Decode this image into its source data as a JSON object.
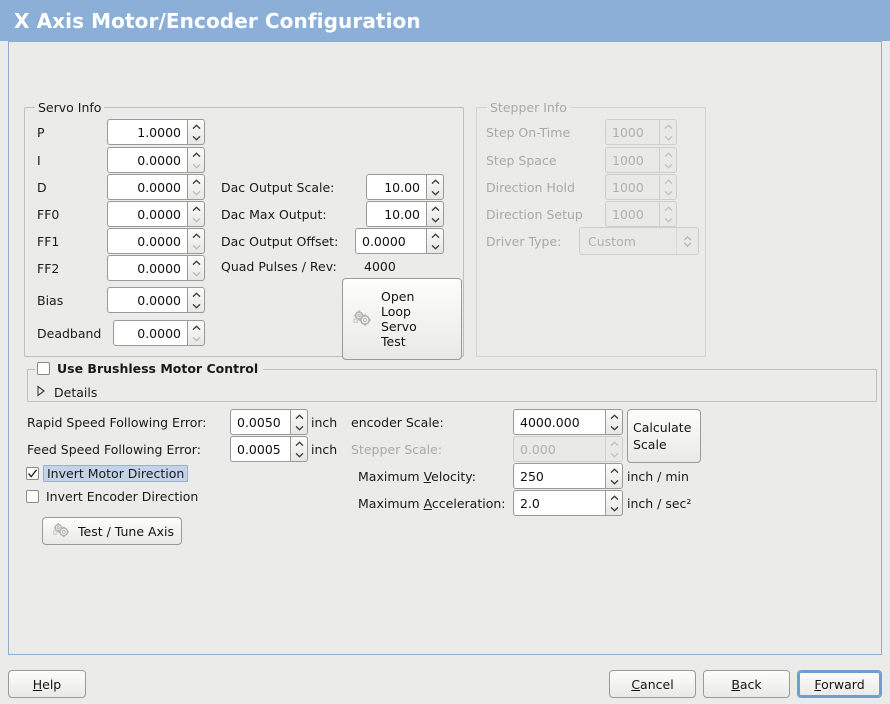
{
  "window": {
    "title": "X Axis Motor/Encoder Configuration"
  },
  "servo": {
    "frame_title": "Servo Info",
    "rows": [
      {
        "label": "P",
        "value": "1.0000",
        "at_min": false
      },
      {
        "label": "I",
        "value": "0.0000",
        "at_min": true
      },
      {
        "label": "D",
        "value": "0.0000",
        "at_min": true
      },
      {
        "label": "FF0",
        "value": "0.0000",
        "at_min": true
      },
      {
        "label": "FF1",
        "value": "0.0000",
        "at_min": true
      },
      {
        "label": "FF2",
        "value": "0.0000",
        "at_min": true
      },
      {
        "label": "Bias",
        "value": "0.0000",
        "at_min": false
      },
      {
        "label": "Deadband",
        "value": "0.0000",
        "at_min": true
      }
    ],
    "dac": [
      {
        "label": "Dac Output Scale:",
        "value": "10.00"
      },
      {
        "label": "Dac Max Output:",
        "value": "10.00"
      },
      {
        "label": "Dac Output Offset:",
        "value": "0.0000"
      }
    ],
    "quad_label": "Quad Pulses / Rev:",
    "quad_value": "4000",
    "open_loop_button": "Open\nLoop\nServo\nTest",
    "open_loop_lines": [
      "Open",
      "Loop",
      "Servo",
      "Test"
    ]
  },
  "stepper": {
    "frame_title": "Stepper Info",
    "disabled": true,
    "rows": [
      {
        "label": "Step On-Time",
        "value": "1000"
      },
      {
        "label": "Step Space",
        "value": "1000"
      },
      {
        "label": "Direction Hold",
        "value": "1000"
      },
      {
        "label": "Direction Setup",
        "value": "1000"
      }
    ],
    "driver_type_label": "Driver Type:",
    "driver_type_value": "Custom"
  },
  "brushless": {
    "checkbox_label": "Use Brushless Motor Control",
    "checked": false,
    "details_label": "Details",
    "expanded": false
  },
  "tuning": {
    "rapid_label": "Rapid Speed Following Error:",
    "rapid_value": "0.0050",
    "rapid_unit": "inch",
    "feed_label": "Feed Speed Following Error:",
    "feed_value": "0.0005",
    "feed_unit": "inch",
    "invert_motor_label": "Invert Motor Direction",
    "invert_motor_checked": true,
    "invert_encoder_label": "Invert Encoder Direction",
    "invert_encoder_checked": false,
    "test_tune_button": "Test / Tune Axis"
  },
  "scales": {
    "encoder_label": "encoder Scale:",
    "encoder_value": "4000.000",
    "stepper_label": "Stepper Scale:",
    "stepper_value": "0.000",
    "stepper_disabled": true,
    "calculate_button_lines": [
      "Calculate",
      "Scale"
    ],
    "max_velocity_label_pre": "Maximum ",
    "max_velocity_label_mn": "V",
    "max_velocity_label_post": "elocity:",
    "max_velocity_value": "250",
    "max_velocity_unit": "inch / min",
    "max_accel_label_pre": "Maximum ",
    "max_accel_label_mn": "A",
    "max_accel_label_post": "cceleration:",
    "max_accel_value": "2.0",
    "max_accel_unit": "inch / sec²"
  },
  "footer": {
    "help": {
      "pre": "",
      "mn": "H",
      "post": "elp"
    },
    "cancel": {
      "pre": "",
      "mn": "C",
      "post": "ancel"
    },
    "back": {
      "pre": "",
      "mn": "B",
      "post": "ack"
    },
    "forward": {
      "pre": "",
      "mn": "F",
      "post": "orward"
    }
  },
  "colors": {
    "titlebar": "#8cafd8",
    "panel_border": "#8fadd0",
    "background": "#ebebe9",
    "focus": "#6f9fd0",
    "highlight": "#c3d3e8"
  }
}
